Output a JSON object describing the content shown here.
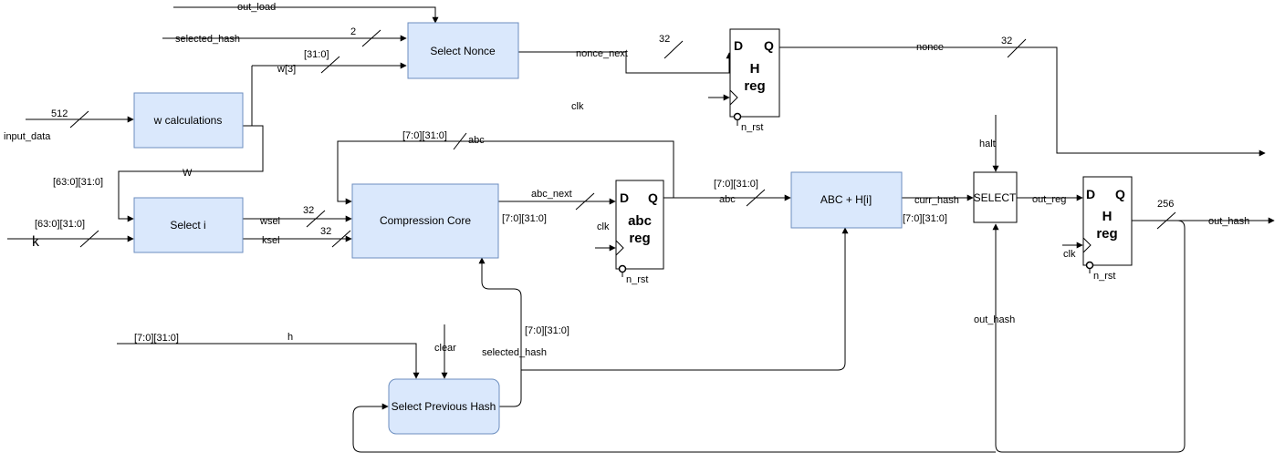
{
  "blocks": {
    "select_nonce": "Select Nonce",
    "w_calculations": "w calculations",
    "select_i": "Select i",
    "compression_core": "Compression Core",
    "abc_plus_h": "ABC + H[i]",
    "select": "SELECT",
    "select_previous_hash": "Select Previous Hash"
  },
  "registers": {
    "nonce_reg": {
      "d": "D",
      "q": "Q",
      "line1": "H",
      "line2": "reg",
      "reset": "n_rst"
    },
    "abc_reg": {
      "d": "D",
      "q": "Q",
      "line1": "abc",
      "line2": "reg",
      "reset": "n_rst",
      "clk": "clk"
    },
    "hash_reg": {
      "d": "D",
      "q": "Q",
      "line1": "H",
      "line2": "reg",
      "reset": "n_rst",
      "clk": "clk"
    }
  },
  "signals": {
    "out_load": "out_load",
    "selected_hash_top": "selected_hash",
    "width_2": "2",
    "range_31_0": "[31:0]",
    "w3": "w[3]",
    "nonce_next": "nonce_next",
    "width_32_nonce_next": "32",
    "nonce": "nonce",
    "width_32_nonce": "32",
    "clk_free": "clk",
    "input_data": "input_data",
    "width_512": "512",
    "w_bus": "W",
    "w_range": "[63:0][31:0]",
    "k_range": "[63:0][31:0]",
    "k": "k",
    "wsel": "wsel",
    "ksel": "ksel",
    "width_32_wsel": "32",
    "width_32_ksel": "32",
    "abc_feedback_range": "[7:0][31:0]",
    "abc_feedback": "abc",
    "abc_next": "abc_next",
    "core_out_range": "[7:0][31:0]",
    "abc_range": "[7:0][31:0]",
    "abc": "abc",
    "curr_hash": "curr_hash",
    "curr_hash_range": "[7:0][31:0]",
    "halt": "halt",
    "out_reg": "out_reg",
    "width_256": "256",
    "out_hash": "out_hash",
    "out_hash_feedback": "out_hash",
    "h_range": "[7:0][31:0]",
    "h": "h",
    "clear": "clear",
    "selected_hash_range": "[7:0][31:0]",
    "selected_hash": "selected_hash"
  }
}
